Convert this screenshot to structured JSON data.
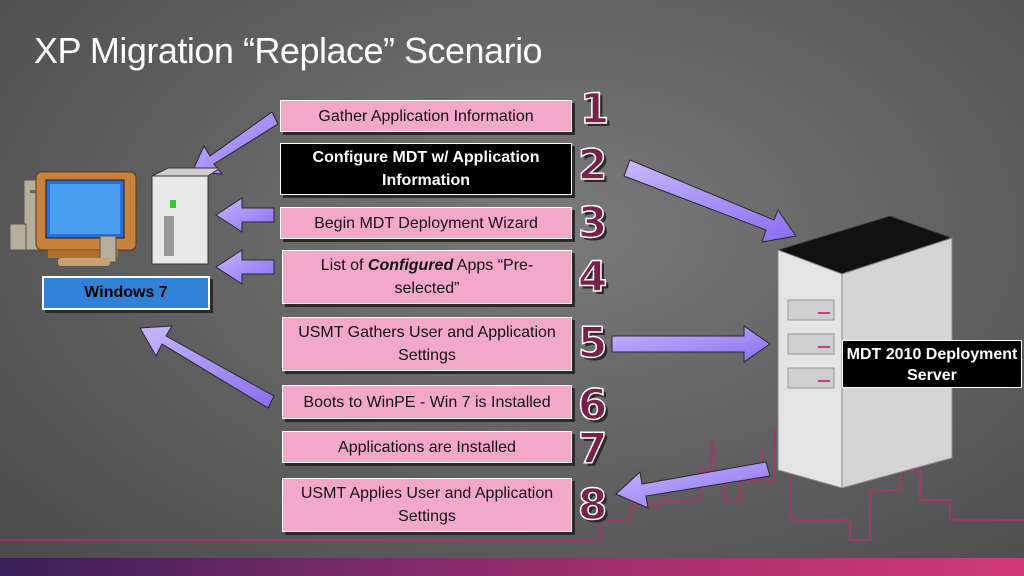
{
  "slide": {
    "title": "XP Migration “Replace” Scenario",
    "steps": [
      {
        "number": "1",
        "label": "Gather Application Information"
      },
      {
        "number": "2",
        "label": "Configure MDT w/ Application Information"
      },
      {
        "number": "3",
        "label": "Begin MDT Deployment Wizard"
      },
      {
        "number": "4",
        "label_before": "List of ",
        "label_emphasis": "Configured",
        "label_after": " Apps “Pre-selected”"
      },
      {
        "number": "5",
        "label": "USMT Gathers User and Application Settings"
      },
      {
        "number": "6",
        "label": "Boots to WinPE - Win 7 is Installed"
      },
      {
        "number": "7",
        "label": "Applications are Installed"
      },
      {
        "number": "8",
        "label": "USMT Applies User and Application Settings"
      }
    ],
    "client": {
      "label": "Windows 7",
      "icon": "desktop-computer-icon"
    },
    "server": {
      "label": "MDT 2010 Deployment Server",
      "icon": "server-tower-icon"
    }
  },
  "colors": {
    "step_fill": "#f4a8c8",
    "step_dark_fill": "#000000",
    "number_fill": "#7a1f4a",
    "arrow_fill": "#a48cff",
    "client_label_fill": "#2f82d8",
    "skyline": "#b0306f"
  }
}
